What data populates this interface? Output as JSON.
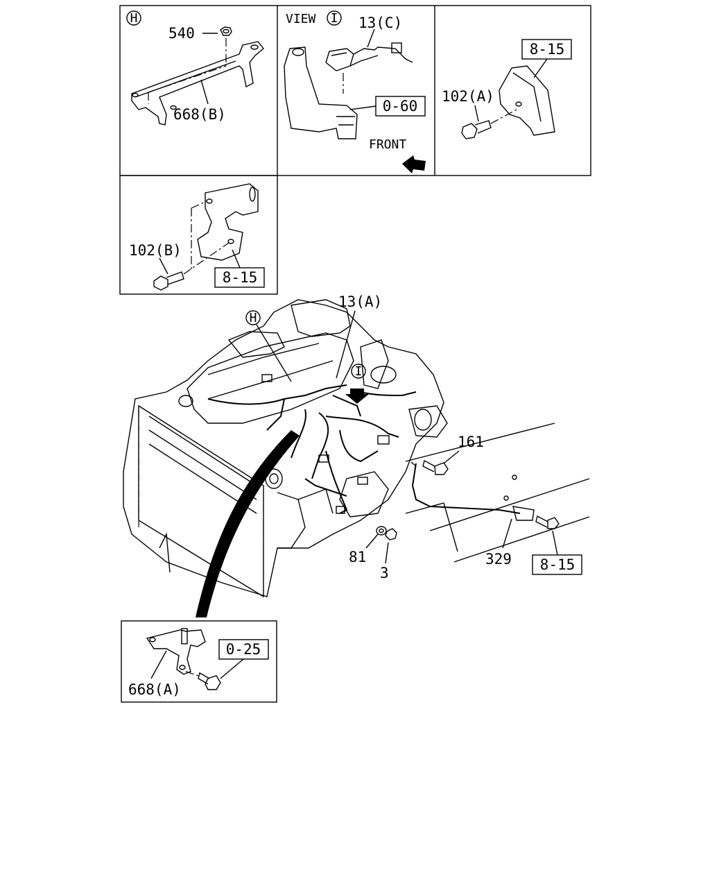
{
  "panels": {
    "h": {
      "marker": "H",
      "labels": {
        "nut": "540",
        "bracket": "668(B)"
      }
    },
    "view_i": {
      "view_word": "VIEW",
      "marker": "I",
      "labels": {
        "connector": "13(C)",
        "ref_box": "0-60",
        "front": "FRONT"
      }
    },
    "p3": {
      "labels": {
        "ref_box": "8-15",
        "bolt": "102(A)"
      }
    },
    "p4": {
      "labels": {
        "bolt": "102(B)",
        "ref_box": "8-15"
      }
    },
    "detail": {
      "labels": {
        "ref_box": "0-25",
        "bracket": "668(A)"
      }
    }
  },
  "main": {
    "markers": {
      "h": "H",
      "i": "I"
    },
    "labels": {
      "harness": "13(A)",
      "bolt_161": "161",
      "washer_81": "81",
      "nut_3": "3",
      "cable_329": "329",
      "ref_box": "8-15"
    }
  }
}
